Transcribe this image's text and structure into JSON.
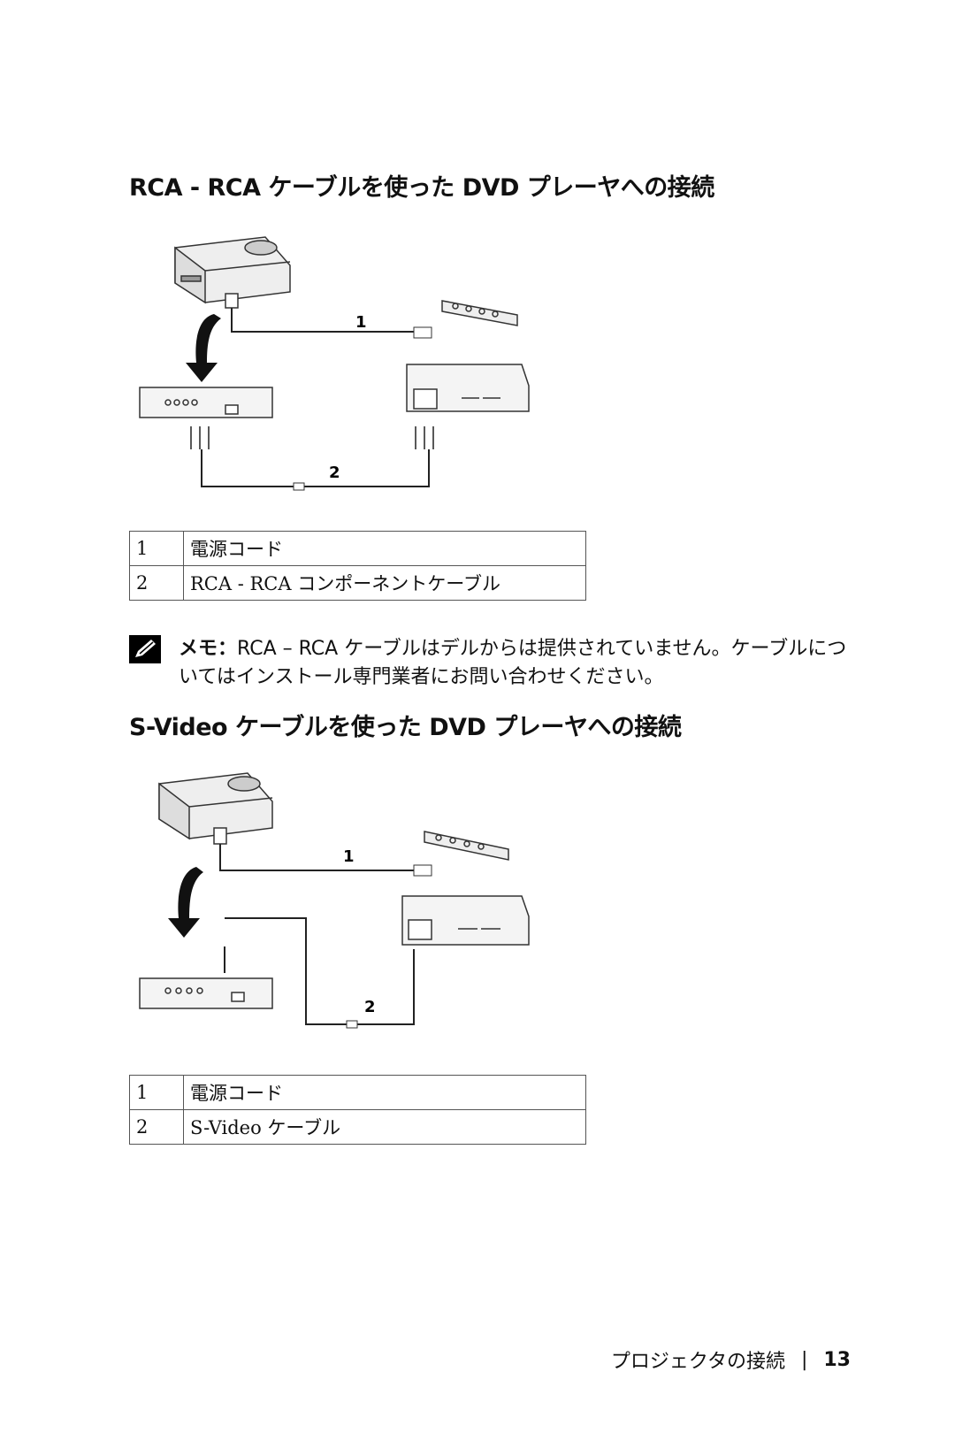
{
  "section1": {
    "title": "RCA - RCA ケーブルを使った DVD プレーヤへの接続",
    "callout_1": "1",
    "callout_2": "2",
    "legend": [
      {
        "num": "1",
        "label": "電源コード"
      },
      {
        "num": "2",
        "label": "RCA - RCA コンポーネントケーブル"
      }
    ]
  },
  "note": {
    "icon": "pencil-note-icon",
    "label": "メモ：",
    "text": "RCA – RCA ケーブルはデルからは提供されていません。ケーブルについてはインストール専門業者にお問い合わせください。"
  },
  "section2": {
    "title": "S-Video ケーブルを使った DVD プレーヤへの接続",
    "callout_1": "1",
    "callout_2": "2",
    "legend": [
      {
        "num": "1",
        "label": "電源コード"
      },
      {
        "num": "2",
        "label": "S-Video ケーブル"
      }
    ]
  },
  "footer": {
    "section": "プロジェクタの接続",
    "separator": "|",
    "page": "13"
  }
}
